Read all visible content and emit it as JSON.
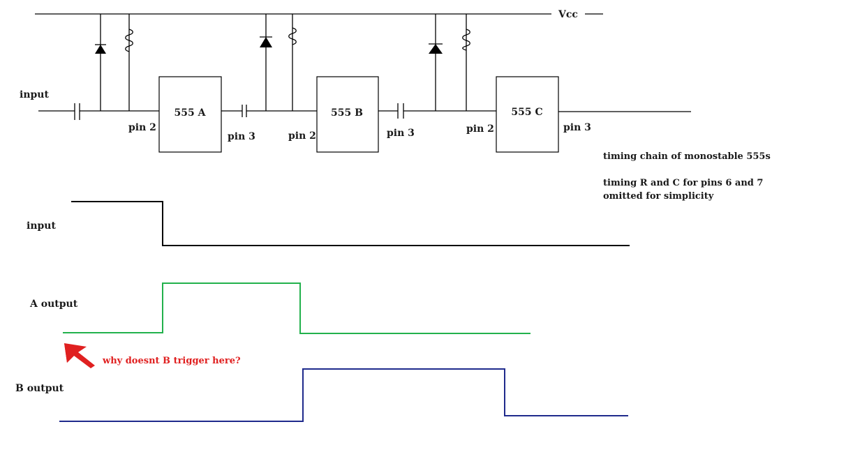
{
  "circuit": {
    "supply_label": "Vcc",
    "input_label": "input",
    "stages": [
      {
        "name": "555 A",
        "in_pin": "pin 2",
        "out_pin": "pin 3"
      },
      {
        "name": "555 B",
        "in_pin": "pin 2",
        "out_pin": "pin 3"
      },
      {
        "name": "555 C",
        "in_pin": "pin 2",
        "out_pin": "pin 3"
      }
    ]
  },
  "notes": {
    "line1": "timing chain of monostable 555s",
    "line2": "timing R and C for pins 6 and 7",
    "line3": "omitted for simplicity"
  },
  "waveforms": {
    "input_label": "input",
    "a_label": "A output",
    "b_label": "B output",
    "annotation": "why doesnt B trigger here?"
  },
  "colors": {
    "input_trace": "#000000",
    "a_trace": "#22b14c",
    "b_trace": "#1f2a8c",
    "annotation": "#e02020"
  }
}
